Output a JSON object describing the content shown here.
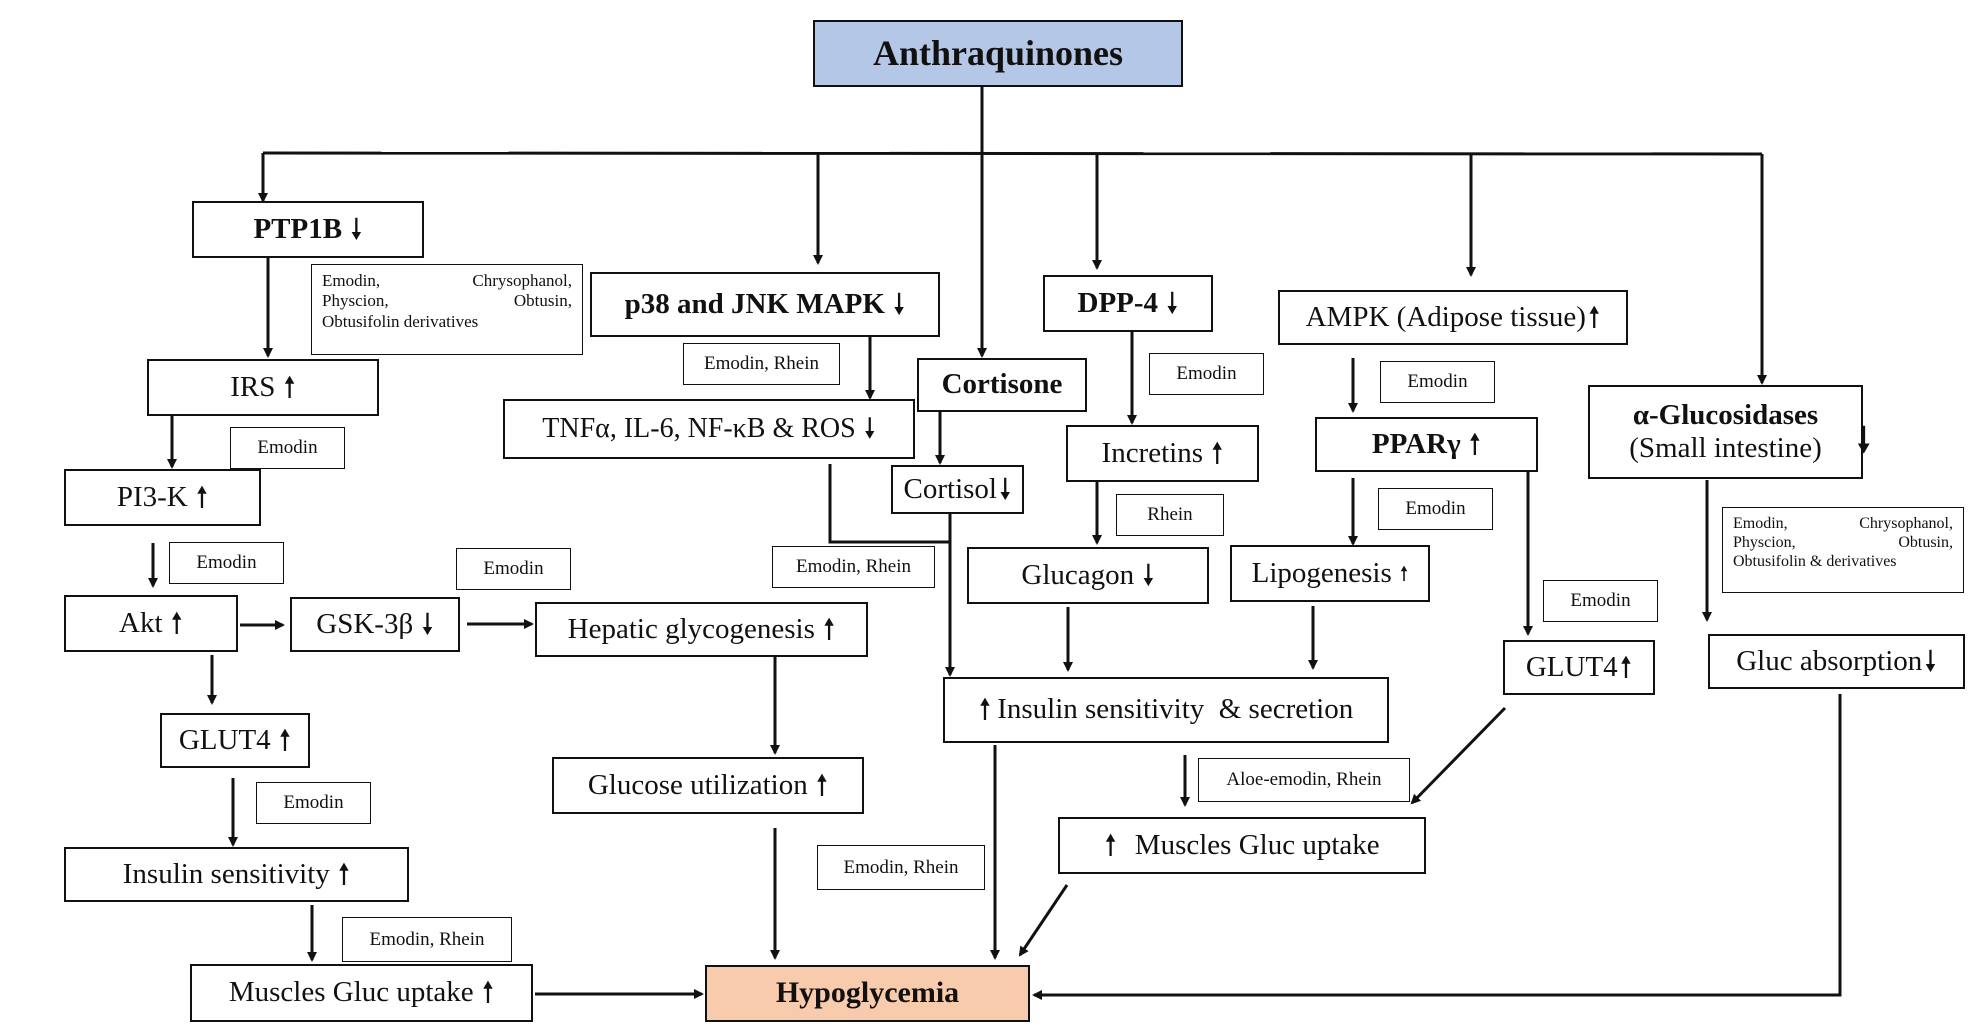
{
  "nodes": {
    "anthraquinones": "Anthraquinones",
    "ptp1b": "PTP1B",
    "irs": "IRS",
    "pi3k": "PI3-K",
    "akt": "Akt",
    "gsk3b": "GSK-3β",
    "hepatic_glycogenesis": "Hepatic glycogenesis",
    "glucose_utilization": "Glucose utilization",
    "glut4_left": "GLUT4",
    "insulin_sensitivity": "Insulin sensitivity",
    "muscles_gluc_uptake_left": "Muscles Gluc uptake",
    "hypoglycemia": "Hypoglycemia",
    "p38_jnk": "p38 and JNK MAPK",
    "tnf": "TNFα, IL-6, NF-κB & ROS",
    "cortisone": "Cortisone",
    "cortisol": "Cortisol",
    "dpp4": "DPP-4",
    "incretins": "Incretins",
    "glucagon": "Glucagon",
    "insulin_secretion": "Insulin sensitivity  & secretion",
    "muscles_gluc_uptake_right": "Muscles Gluc uptake",
    "ampk": "AMPK (Adipose tissue)",
    "ppar": "PPARγ",
    "lipogenesis": "Lipogenesis",
    "glut4_right": "GLUT4",
    "glucosidases_line1": "α-Glucosidases",
    "glucosidases_line2": "(Small intestine)",
    "gluc_absorption": "Gluc absorption"
  },
  "tags": {
    "ptp1b_compounds": [
      "Emodin,           Chrysophanol,",
      "Physcion,                  Obtusin,",
      "Obtusifolin derivatives"
    ],
    "irs_pi3k": "Emodin",
    "pi3k_akt": "Emodin",
    "gsk_emodin": "Emodin",
    "glut4_insulin": "Emodin",
    "insulin_muscle": "Emodin, Rhein",
    "p38_tnf": "Emodin, Rhein",
    "tnf_insulin": "Emodin, Rhein",
    "glucose_hypo": "Emodin, Rhein",
    "dpp4_incretins": "Emodin",
    "incretins_glucagon": "Rhein",
    "insulin_muscle_right": "Aloe-emodin, Rhein",
    "ampk_ppar": "Emodin",
    "ppar_lipo": "Emodin",
    "ppar_glut4": "Emodin",
    "glucosidase_compounds": [
      "Emodin,        Chrysophanol,",
      "Physcion,              Obtusin,",
      "Obtusifolin & derivatives"
    ]
  },
  "arrows": {
    "up": "🠕",
    "down": "🠗"
  },
  "colors": {
    "title_fill": "#b4c7e7",
    "hypo_fill": "#f8cbad",
    "stroke": "#111111"
  }
}
